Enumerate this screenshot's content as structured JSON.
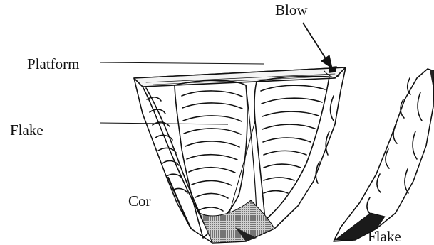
{
  "diagram": {
    "labels": {
      "blow": "Blow",
      "platform": "Platform",
      "flake_left": "Flake",
      "core": "Cor",
      "flake_right": "Flake"
    },
    "colors": {
      "ink": "#111111",
      "paper": "#ffffff",
      "shade": "#9a9a9a"
    }
  }
}
